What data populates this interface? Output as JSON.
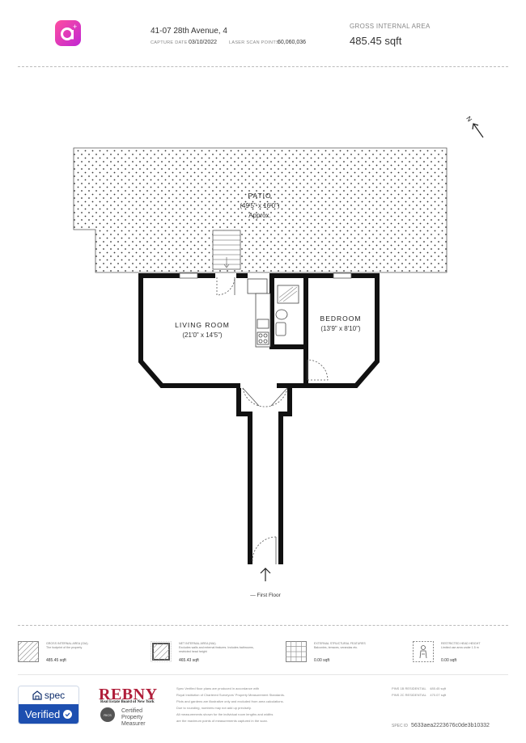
{
  "header": {
    "address": "41-07 28th Avenue, 4",
    "capture_date_label": "CAPTURE DATE",
    "capture_date": "03/10/2022",
    "laser_points_label": "LASER SCAN POINTS",
    "laser_points": "60,060,036",
    "gia_label": "GROSS INTERNAL AREA",
    "gia_value": "485.45 sqft"
  },
  "colors": {
    "brand": "#e0439b",
    "wall": "#111111",
    "accent_blue": "#1d4fb0",
    "rebny_red": "#b01e3a"
  },
  "rooms": {
    "patio": {
      "name": "PATIO",
      "dims": "(49'5\" x 16'0\")",
      "note": "Approx."
    },
    "living": {
      "name": "LIVING ROOM",
      "dims": "(21'0\" x 14'5\")"
    },
    "bedroom": {
      "name": "BEDROOM",
      "dims": "(13'9\" x 8'10\")"
    }
  },
  "floor_label": "— First Floor",
  "compass": "N",
  "legend": [
    {
      "title": "GROSS INTERNAL AREA (GIA)",
      "desc": "The footprint of the property",
      "value": "485.45 sqft",
      "icon": "hatch-diagonal-icon"
    },
    {
      "title": "NET INTERNAL AREA (NIA)",
      "desc": "Excludes walls and external features. Includes bathrooms, restricted head height",
      "value": "465.43 sqft",
      "icon": "hatch-room-icon"
    },
    {
      "title": "EXTERNAL STRUCTURAL FEATURES",
      "desc": "Balconies, terraces, verandas etc.",
      "value": "0.00 sqft",
      "icon": "grid-icon"
    },
    {
      "title": "RESTRICTED HEAD HEIGHT",
      "desc": "Limited use area under 1.5 m",
      "value": "0.00 sqft",
      "icon": "person-icon"
    }
  ],
  "footer": {
    "spec_brand": "spec",
    "spec_verified": "Verified",
    "rebny": "REBNY",
    "rebny_sub": "Real Estate Board of New York",
    "rics": "RICS",
    "rics_text": [
      "Certified",
      "Property",
      "Measurer"
    ],
    "disclaimer": [
      "Spec Verified floor plans are produced in accordance with",
      "Royal Institution of Chartered Surveyors' Property Measurement Standards.",
      "Plots and gardens are illustrative only and excluded from area calculations.",
      "Due to rounding, numbers may not add up precisely.",
      "All measurements shown for the individual room lengths and widths",
      "are the maximum points of measurements captured in the scan."
    ],
    "pins": [
      {
        "label": "PINS 1B RESIDENTIAL",
        "value": "485.45 sqft"
      },
      {
        "label": "PINS 2C RESIDENTIAL",
        "value": "470.07 sqft"
      }
    ],
    "spec_id_label": "SPEC ID",
    "spec_id": "5633aea2223676c0de3b10332"
  }
}
